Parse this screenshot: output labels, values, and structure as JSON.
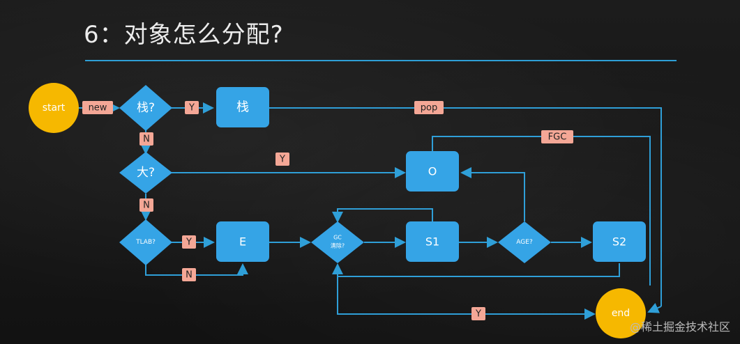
{
  "title": "6：对象怎么分配?",
  "nodes": {
    "start": "start",
    "end": "end",
    "stack_q": "栈?",
    "stack": "栈",
    "big_q": "大?",
    "old": "O",
    "tlab_q": "TLAB?",
    "eden": "E",
    "gc_q_line1": "GC",
    "gc_q_line2": "清除?",
    "s1": "S1",
    "age_q": "AGE?",
    "s2": "S2"
  },
  "tags": {
    "new": "new",
    "y_stack": "Y",
    "n_stack": "N",
    "y_big": "Y",
    "n_big": "N",
    "y_tlab": "Y",
    "n_tlab": "N",
    "pop": "pop",
    "fgc": "FGC",
    "y_gc": "Y"
  },
  "watermark": "@稀土掘金技术社区",
  "colors": {
    "line": "#2f9fd8",
    "node": "#35a4e6",
    "terminal": "#f6b800",
    "tag": "#f4a796"
  }
}
